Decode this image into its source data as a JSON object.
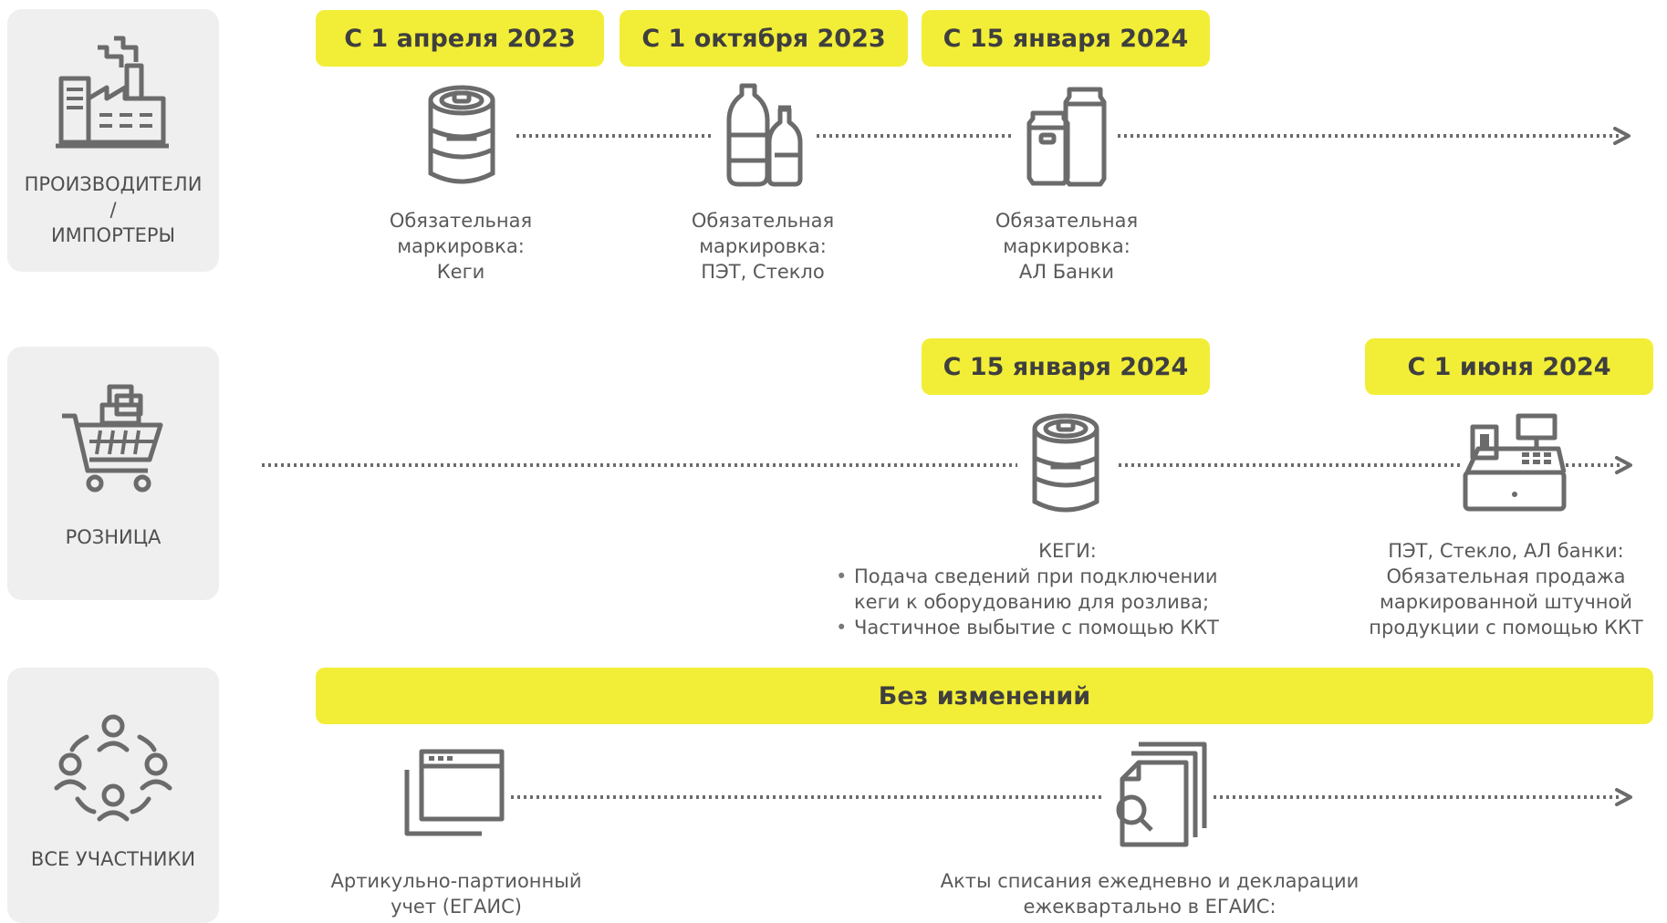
{
  "rows": {
    "producers": {
      "label": "ПРОИЗВОДИТЕЛИ\n/\nИМПОРТЕРЫ",
      "icon": "factory-icon",
      "dates": [
        "С 1 апреля 2023",
        "С 1 октября 2023",
        "С 15 января 2024"
      ],
      "items": [
        {
          "icon": "keg-icon",
          "caption": "Обязательная\nмаркировка:\nКеги"
        },
        {
          "icon": "bottles-icon",
          "caption": "Обязательная\nмаркировка:\nПЭТ, Стекло"
        },
        {
          "icon": "cans-icon",
          "caption": "Обязательная\nмаркировка:\nАЛ Банки"
        }
      ]
    },
    "retail": {
      "label": "РОЗНИЦА",
      "icon": "shopping-cart-icon",
      "dates": [
        "С 15 января 2024",
        "С 1 июня 2024"
      ],
      "kegs": {
        "icon": "keg-icon",
        "title": "КЕГИ:",
        "bullets": [
          "Подача сведений при подключении",
          "кеги к оборудованию для розлива;",
          "Частичное выбытие с помощью ККТ"
        ]
      },
      "register": {
        "icon": "cash-register-icon",
        "caption": "ПЭТ, Стекло, АЛ банки:\nОбязательная продажа\nмаркированной штучной\nпродукции с помощью ККТ"
      }
    },
    "all": {
      "label": "ВСЕ УЧАСТНИКИ",
      "icon": "participants-network-icon",
      "banner": "Без изменений",
      "items": [
        {
          "icon": "windows-icon",
          "caption": "Артикульно-партионный\nучет (ЕГАИС)"
        },
        {
          "icon": "document-search-icon",
          "caption": "Акты списания ежедневно и декларации\nежеквартально в ЕГАИС:"
        }
      ]
    }
  },
  "colors": {
    "accent": "#f2ee37",
    "card": "#efefef",
    "icon": "#6b6b6b",
    "text": "#595959"
  }
}
